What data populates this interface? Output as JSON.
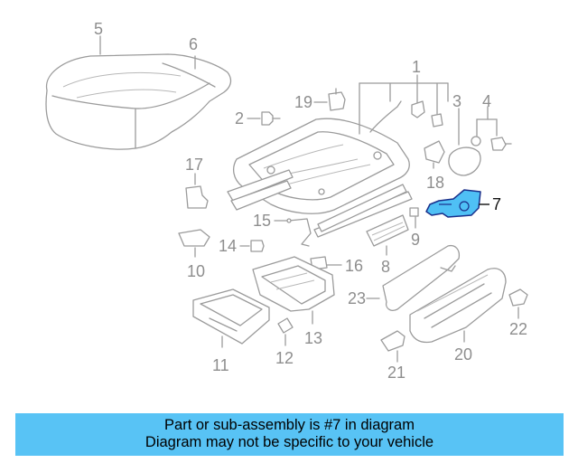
{
  "callouts": {
    "n1": "1",
    "n2": "2",
    "n3": "3",
    "n4": "4",
    "n5": "5",
    "n6": "6",
    "n7": "7",
    "n8": "8",
    "n9": "9",
    "n10": "10",
    "n11": "11",
    "n12": "12",
    "n13": "13",
    "n14": "14",
    "n15": "15",
    "n16": "16",
    "n17": "17",
    "n18": "18",
    "n19": "19",
    "n20": "20",
    "n21": "21",
    "n22": "22",
    "n23": "23"
  },
  "highlight": {
    "part": "7",
    "color": "#4fc0f5"
  },
  "banner": {
    "line1": "Part or sub-assembly is #7 in diagram",
    "line2": "Diagram may not be specific to your vehicle",
    "background": "#58c3f5"
  }
}
